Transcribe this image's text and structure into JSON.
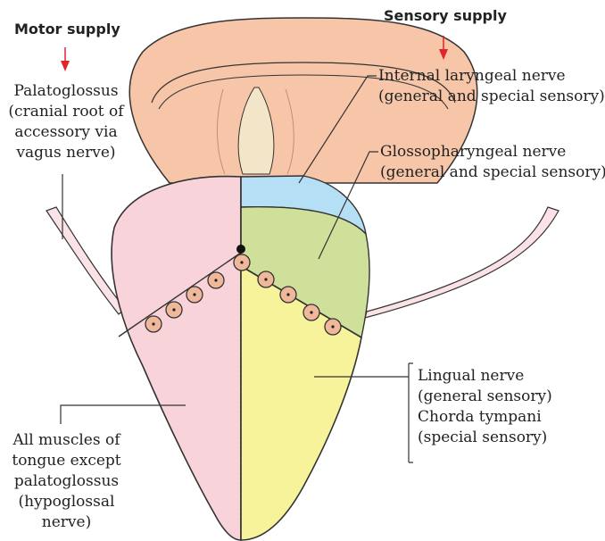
{
  "headings": {
    "motor": "Motor supply",
    "sensory": "Sensory supply"
  },
  "labels": {
    "palatoglossus": [
      "Palatoglossus",
      "(cranial root of",
      "accessory via",
      "vagus nerve)"
    ],
    "internal_laryngeal": [
      "Internal laryngeal nerve",
      "(general and special sensory)"
    ],
    "glossopharyngeal": [
      "Glossopharyngeal nerve",
      "(general and special sensory)"
    ],
    "lingual": [
      "Lingual nerve",
      "(general sensory)",
      "Chorda tympani",
      "(special sensory)"
    ],
    "hypoglossal": [
      "All muscles of",
      "tongue except",
      "palatoglossus",
      "(hypoglossal",
      "nerve)"
    ]
  },
  "colors": {
    "motor_region": "#f9d3da",
    "internal_laryngeal_region": "#b5dff4",
    "glossopharyngeal_region": "#cfe09a",
    "lingual_region": "#f7f39a",
    "epiglottis_region": "#f7c6a9",
    "arrow": "#e0242a",
    "papilla": "#f0b89a"
  }
}
